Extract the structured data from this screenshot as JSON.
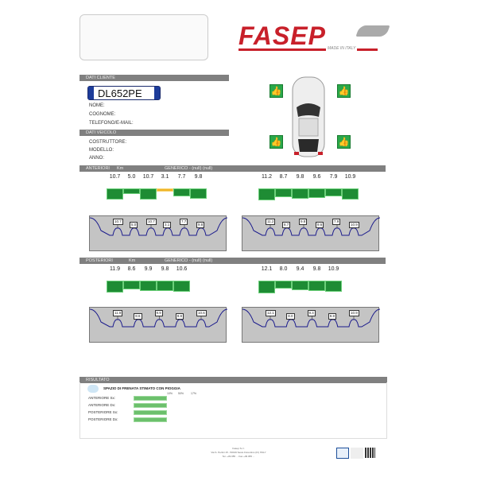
{
  "brand": {
    "logo_text": "FASEP",
    "tagline": "MADE IN ITALY",
    "color": "#c8202a"
  },
  "cliente": {
    "header": "DATI CLIENTE",
    "plate": "DL652PE",
    "fields": [
      "NOME:",
      "COGNOME:",
      "TELEFONO/E-MAIL:"
    ]
  },
  "veicolo": {
    "header": "DATI VEICOLO",
    "fields": [
      "COSTRUTTORE:",
      "MODELLO:",
      "ANNO:"
    ]
  },
  "car_status_icons": [
    "thumbs-up-icon",
    "thumbs-up-icon",
    "thumbs-up-icon",
    "thumbs-up-icon"
  ],
  "anteriori": {
    "header": "ANTERIORI",
    "km": "Km",
    "generico": "GENERICO - (null) (null)",
    "left": [
      10.7,
      5.0,
      10.7,
      3.1,
      7.7,
      9.8
    ],
    "right": [
      11.2,
      8.7,
      9.8,
      9.6,
      7.9,
      10.9
    ]
  },
  "posteriori": {
    "header": "POSTERIORI",
    "km": "Km",
    "generico": "GENERICO - (null) (null)",
    "left": [
      11.9,
      8.6,
      9.9,
      9.8,
      10.6
    ],
    "right": [
      12.1,
      8.0,
      9.4,
      9.8,
      10.9
    ]
  },
  "colors": {
    "ok": "#1e8c34",
    "warn": "#f0b429",
    "profile_line": "#1a1a8c"
  },
  "warn_threshold": 4,
  "risultato": {
    "header": "RISULTATO",
    "title": "SPAZIO DI FRENATA STIMATO CON PIOGGIA",
    "scale": [
      "10%",
      "50%",
      "17%"
    ],
    "rows": [
      "ANTERIORE Sx:",
      "ANTERIORE Dx:",
      "POSTERIORE Sx:",
      "POSTERIORE Dx:"
    ]
  },
  "footer": {
    "lines": [
      "Fasep S.r.l.",
      "Via S. Pertini 15 - 50019 Sesto Fiorentino (FI) ITALY",
      "Tel. +39 055 ... Fax +39 055 ..."
    ]
  }
}
